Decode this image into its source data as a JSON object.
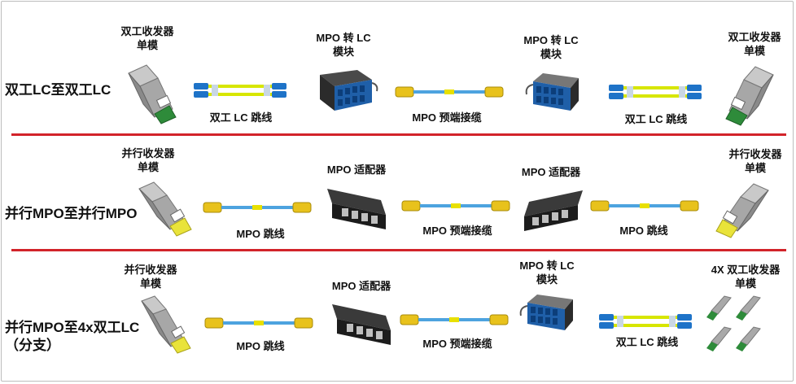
{
  "rows": [
    {
      "title": "双工LC至双工LC",
      "labels": {
        "transceiver_left": [
          "双工收发器",
          "单模"
        ],
        "module_left": [
          "MPO 转 LC",
          "模块"
        ],
        "module_right": [
          "MPO 转 LC",
          "模块"
        ],
        "transceiver_right": [
          "双工收发器",
          "单模"
        ],
        "patch_left": "双工 LC 跳线",
        "trunk": "MPO 预端接缆",
        "patch_right": "双工 LC 跳线"
      },
      "colors": {
        "transceiver_tip": "#2e8b3a",
        "lc_connector": "#1e73c8",
        "cable": "#d7e600"
      }
    },
    {
      "title": "并行MPO至并行MPO",
      "labels": {
        "transceiver_left": [
          "并行收发器",
          "单模"
        ],
        "adapter_left": "MPO 适配器",
        "adapter_right": "MPO 适配器",
        "transceiver_right": [
          "并行收发器",
          "单模"
        ],
        "patch_left": "MPO  跳线",
        "trunk": "MPO 预端接缆",
        "patch_right": "MPO  跳线"
      },
      "colors": {
        "transceiver_tip": "#e9e33a",
        "mpo_connector": "#e8c21c",
        "cable": "#4da3df"
      }
    },
    {
      "title_line1": "并行MPO至4x双工LC",
      "title_line2": "（分支）",
      "labels": {
        "transceiver_left": [
          "并行收发器",
          "单模"
        ],
        "adapter": "MPO 适配器",
        "module": [
          "MPO 转 LC",
          "模块"
        ],
        "transceiver_right": [
          "4X 双工收发器",
          "单模"
        ],
        "patch_left": "MPO  跳线",
        "trunk": "MPO 预端接缆",
        "patch_right": "双工 LC 跳线"
      }
    }
  ],
  "colors": {
    "divider": "#d2232a",
    "body_grey": "#9a9a9a",
    "module_blue": "#1f5fa8"
  }
}
